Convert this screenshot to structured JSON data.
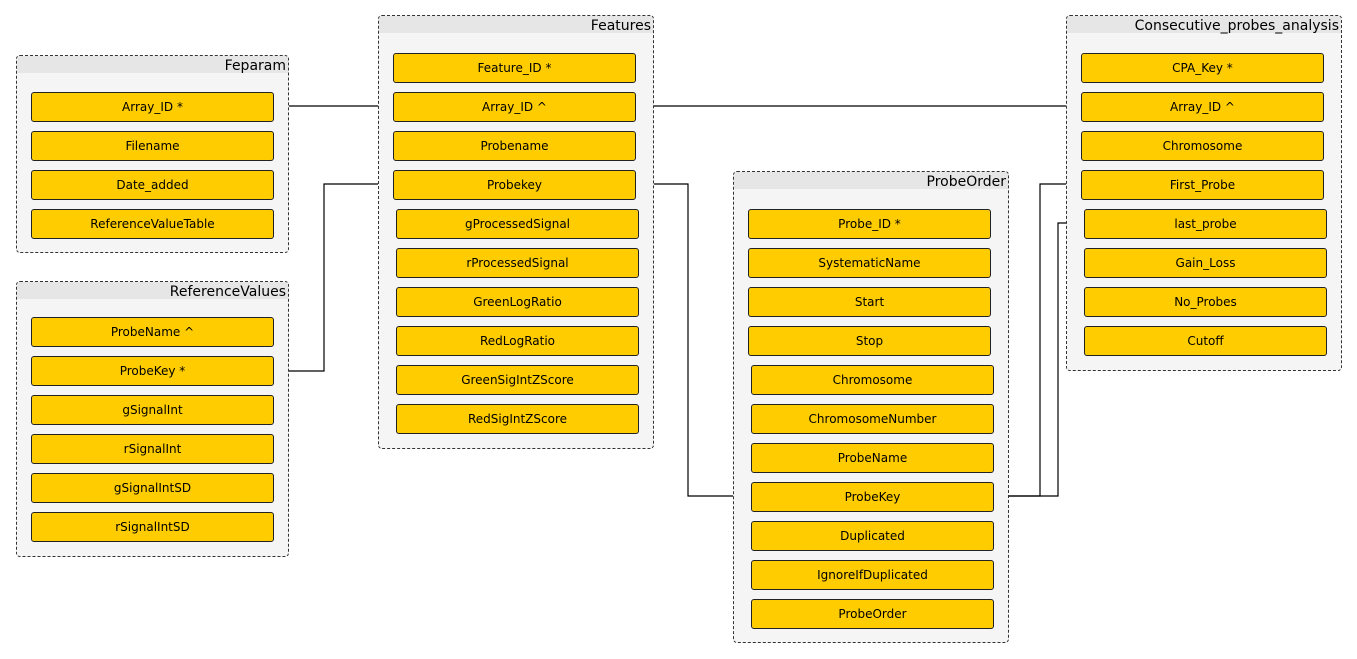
{
  "tables": {
    "feparam": {
      "title": "Feparam",
      "fields": [
        "Array_ID *",
        "Filename",
        "Date_added",
        "ReferenceValueTable"
      ]
    },
    "referencevalues": {
      "title": "ReferenceValues",
      "fields": [
        "ProbeName ^",
        "ProbeKey *",
        "gSignalInt",
        "rSignalInt",
        "gSignalIntSD",
        "rSignalIntSD"
      ]
    },
    "features": {
      "title": "Features",
      "fields": [
        "Feature_ID *",
        "Array_ID ^",
        "Probename",
        "Probekey",
        "gProcessedSignal",
        "rProcessedSignal",
        "GreenLogRatio",
        "RedLogRatio",
        "GreenSigIntZScore",
        "RedSigIntZScore"
      ]
    },
    "probeorder": {
      "title": "ProbeOrder",
      "fields": [
        "Probe_ID *",
        "SystematicName",
        "Start",
        "Stop",
        "Chromosome",
        "ChromosomeNumber",
        "ProbeName",
        "ProbeKey",
        "Duplicated",
        "IgnoreIfDuplicated",
        "ProbeOrder"
      ]
    },
    "cpa": {
      "title": "Consecutive_probes_analysis",
      "fields": [
        "CPA_Key *",
        "Array_ID ^",
        "Chromosome",
        "First_Probe",
        "last_probe",
        "Gain_Loss",
        "No_Probes",
        "Cutoff"
      ]
    }
  },
  "colors": {
    "field_fill": "#ffcc00",
    "table_fill": "#f5f5f5",
    "title_fill": "#e6e6e6",
    "line": "#000000"
  }
}
